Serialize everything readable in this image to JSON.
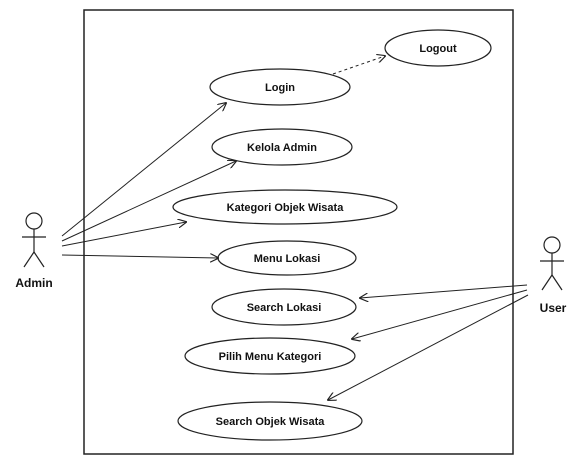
{
  "actors": {
    "admin": {
      "label": "Admin"
    },
    "user": {
      "label": "User"
    }
  },
  "use_cases": {
    "logout": "Logout",
    "login": "Login",
    "kelola_admin": "Kelola Admin",
    "kategori_objek_wisata": "Kategori Objek Wisata",
    "menu_lokasi": "Menu Lokasi",
    "search_lokasi": "Search Lokasi",
    "pilih_menu_kategori": "Pilih Menu Kategori",
    "search_objek_wisata": "Search Objek Wisata"
  },
  "colors": {
    "line": "#222222",
    "fill": "#ffffff",
    "text": "#111111"
  }
}
